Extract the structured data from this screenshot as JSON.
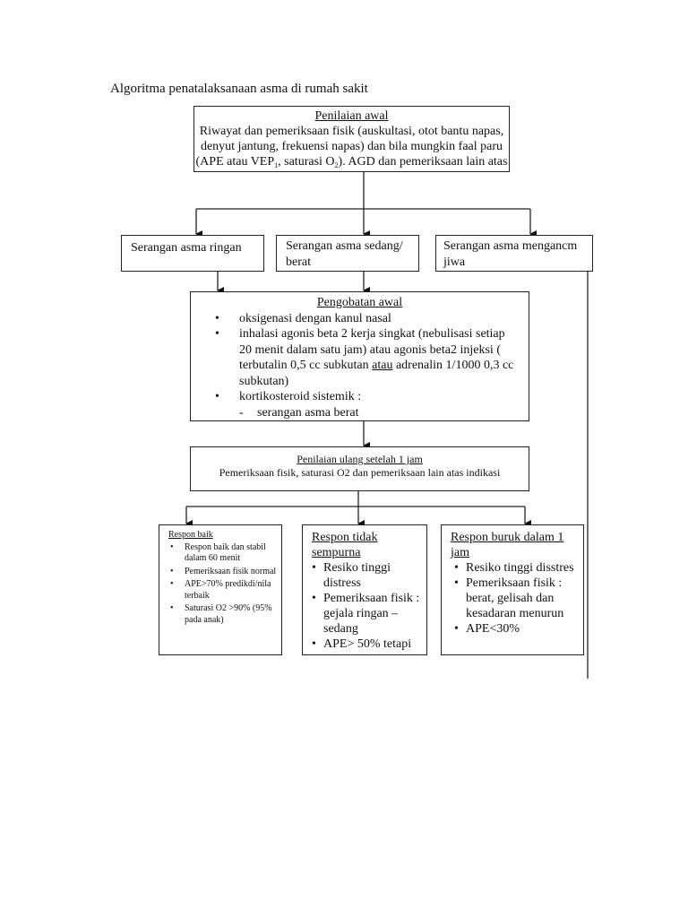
{
  "title": "Algoritma penatalaksanaan asma di rumah sakit",
  "initial_assessment": {
    "heading": "Penilaian awal",
    "line1": "Riwayat dan pemeriksaan fisik (auskultasi, otot bantu napas,",
    "line2": "denyut jantung, frekuensi napas) dan bila mungkin faal paru",
    "line3_a": "(APE atau VEP",
    "line3_sub1": "1",
    "line3_b": ", saturasi O",
    "line3_sub2": "2",
    "line3_c": "). AGD dan pemeriksaan lain atas"
  },
  "severity": {
    "mild": "Serangan asma ringan",
    "moderate": "Serangan asma sedang/ berat",
    "life_threatening": "Serangan asma mengancm jiwa"
  },
  "initial_treatment": {
    "heading": "Pengobatan awal",
    "item1": "oksigenasi dengan kanul nasal",
    "item2_a": "inhalasi agonis beta 2 kerja singkat (nebulisasi setiap 20 menit dalam satu jam) atau agonis beta2 injeksi ( terbutalin 0,5 cc subkutan ",
    "item2_u": "atau",
    "item2_b": " adrenalin 1/1000 0,3 cc subkutan)",
    "item3": "kortikosteroid sistemik :",
    "sub1": "serangan asma berat"
  },
  "reassessment": {
    "heading": "Penilaian ulang setelah 1 jam",
    "text": "Pemeriksaan fisik, saturasi O2 dan pemeriksaan lain atas indikasi"
  },
  "good_response": {
    "heading": "Respon baik",
    "items": [
      "Respon baik dan stabil dalam 60 menit",
      "Pemeriksaan fisik normal",
      "APE>70% predikdi/nila terbaik",
      "Saturasi O2 >90% (95% pada anak)"
    ]
  },
  "incomplete_response": {
    "heading": "Respon tidak sempurna",
    "items": [
      "Resiko tinggi distress",
      "Pemeriksaan fisik : gejala ringan – sedang",
      "APE> 50% tetapi"
    ]
  },
  "poor_response": {
    "heading": "Respon buruk dalam 1 jam",
    "items": [
      "Resiko tinggi disstres",
      "Pemeriksaan fisik : berat, gelisah dan kesadaran menurun",
      "APE<30%"
    ]
  }
}
